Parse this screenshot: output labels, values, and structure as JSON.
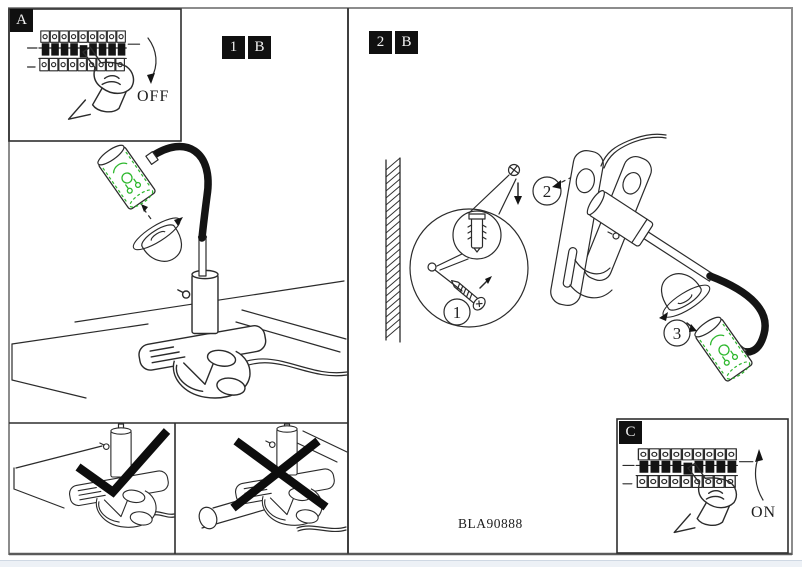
{
  "sheet": {
    "product_code": "BLA90888",
    "panel_a": {
      "badge": "A",
      "power_label": "OFF"
    },
    "panel_c": {
      "badge": "C",
      "power_label": "ON"
    },
    "step1": {
      "number": "1",
      "letter": "B"
    },
    "step2": {
      "number": "2",
      "letter": "B"
    },
    "callouts": {
      "wall_anchor": "1",
      "mounting_screw": "2",
      "bulb": "3"
    },
    "colors": {
      "line_art": "#2b2b2b",
      "bulb_highlight_green": "#2eb82e",
      "badge_black": "#101010",
      "footer_strip": "#edf1f6"
    }
  }
}
